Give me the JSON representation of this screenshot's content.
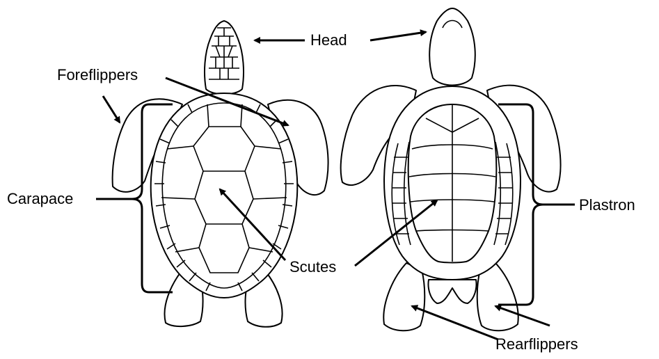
{
  "labels": {
    "head": "Head",
    "foreflippers": "Foreflippers",
    "carapace": "Carapace",
    "scutes": "Scutes",
    "plastron": "Plastron",
    "rearflippers": "Rearflippers"
  }
}
